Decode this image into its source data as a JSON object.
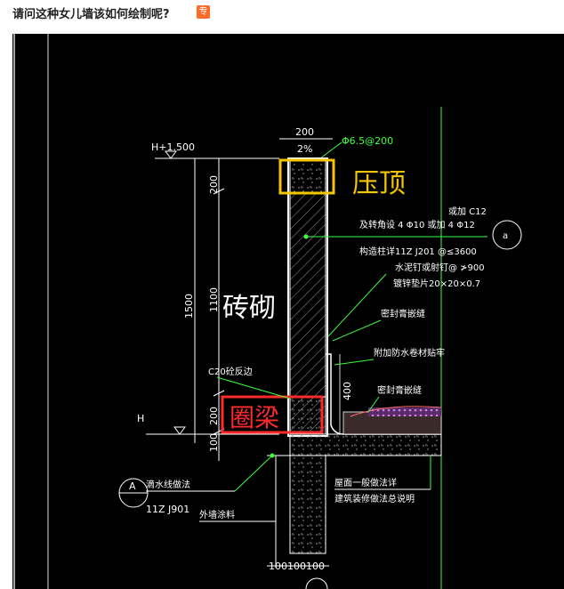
{
  "question": {
    "title": "请问这种女儿墙该如何绘制呢?",
    "badge": "专"
  },
  "drawing": {
    "elev_top": "H+1.500",
    "elev_base": "H",
    "width_200": "200",
    "slope": "2%",
    "rebar_top": "Φ6.5@200",
    "dim_200_top": "200",
    "dim_1500": "1500",
    "dim_1100": "1100",
    "dim_200_beam": "200",
    "dim_100": "100",
    "dim_400": "400",
    "dims_bottom": "100100100",
    "coping_label": "压顶",
    "masonry_label": "砖砌",
    "ring_beam_label": "圈梁",
    "note_corner_rebar": "及转角设 4 Φ10 或加 4 Φ12",
    "note_c12": "或加 C12",
    "note_column": "构造柱详11Z J201 @≤3600",
    "note_nail": "水泥钉或射钉@ ≯900",
    "note_washer": "镀锌垫片20×20×0.7",
    "note_sealant1": "密封膏嵌缝",
    "note_extra_membrane": "附加防水卷材贴牢",
    "note_c20": "C20砼反边",
    "note_sealant2": "密封膏嵌缝",
    "note_drip": "滴水线做法",
    "note_11zj901": "11Z J901",
    "note_wall_paint": "外墙涂料",
    "note_roof": "屋面一般做法详",
    "note_arch": "建筑装修做法总说明",
    "callout_a": "A",
    "callout_a_small": "a"
  },
  "colors": {
    "coping_box": "#f5c600",
    "ring_beam_box": "#ff2a2a",
    "leader": "#3cff3c",
    "wall_outline": "#ffffff",
    "insulation": "#b06fd0"
  }
}
